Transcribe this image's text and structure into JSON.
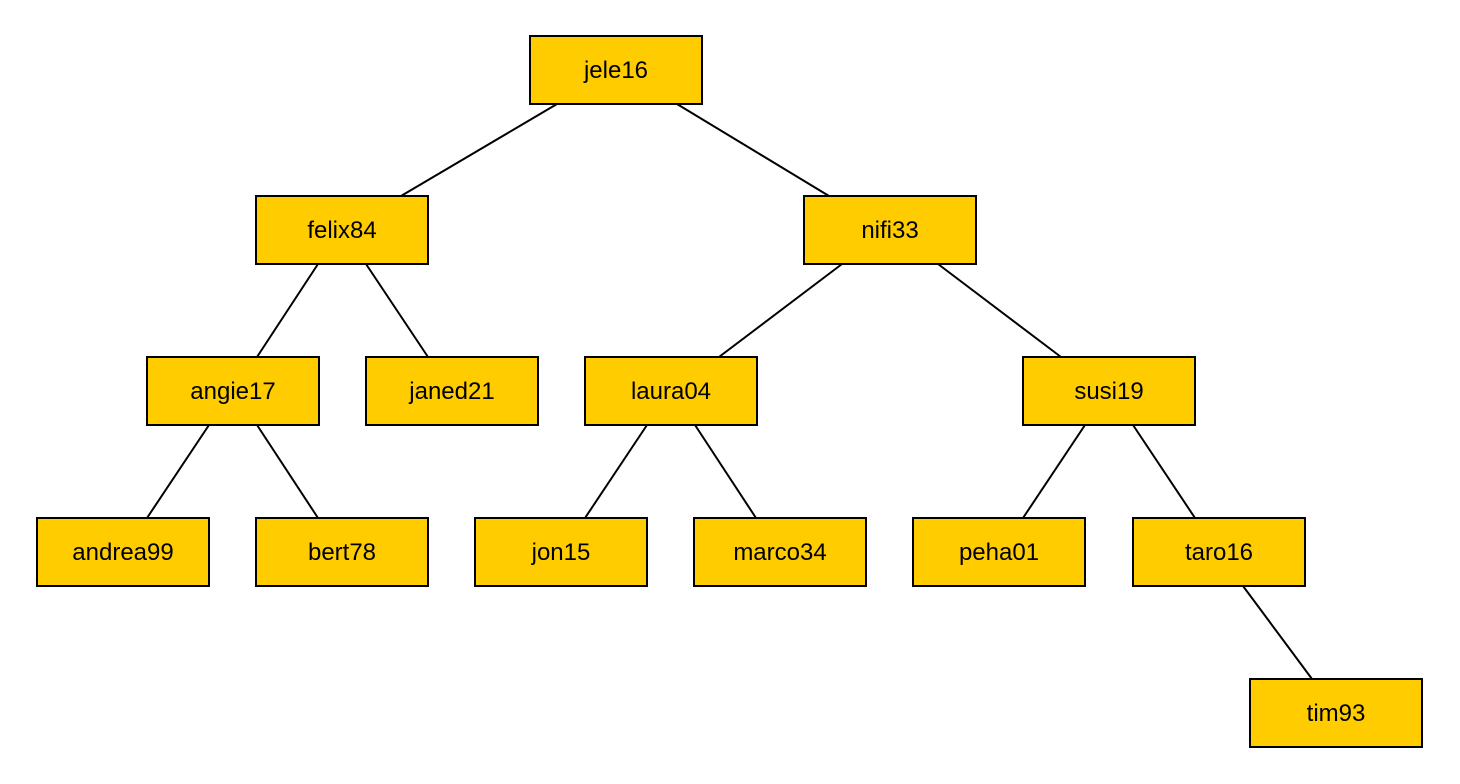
{
  "colors": {
    "node_fill": "#FFCC00",
    "node_border": "#000000",
    "edge": "#000000",
    "background": "#FFFFFF"
  },
  "tree": {
    "root": "jele16",
    "nodes": [
      {
        "id": "jele16",
        "label": "jele16"
      },
      {
        "id": "felix84",
        "label": "felix84"
      },
      {
        "id": "nifi33",
        "label": "nifi33"
      },
      {
        "id": "angie17",
        "label": "angie17"
      },
      {
        "id": "janed21",
        "label": "janed21"
      },
      {
        "id": "laura04",
        "label": "laura04"
      },
      {
        "id": "susi19",
        "label": "susi19"
      },
      {
        "id": "andrea99",
        "label": "andrea99"
      },
      {
        "id": "bert78",
        "label": "bert78"
      },
      {
        "id": "jon15",
        "label": "jon15"
      },
      {
        "id": "marco34",
        "label": "marco34"
      },
      {
        "id": "peha01",
        "label": "peha01"
      },
      {
        "id": "taro16",
        "label": "taro16"
      },
      {
        "id": "tim93",
        "label": "tim93"
      }
    ],
    "edges": [
      {
        "from": "jele16",
        "to": "felix84"
      },
      {
        "from": "jele16",
        "to": "nifi33"
      },
      {
        "from": "felix84",
        "to": "angie17"
      },
      {
        "from": "felix84",
        "to": "janed21"
      },
      {
        "from": "nifi33",
        "to": "laura04"
      },
      {
        "from": "nifi33",
        "to": "susi19"
      },
      {
        "from": "angie17",
        "to": "andrea99"
      },
      {
        "from": "angie17",
        "to": "bert78"
      },
      {
        "from": "laura04",
        "to": "jon15"
      },
      {
        "from": "laura04",
        "to": "marco34"
      },
      {
        "from": "susi19",
        "to": "peha01"
      },
      {
        "from": "susi19",
        "to": "taro16"
      },
      {
        "from": "taro16",
        "to": "tim93"
      }
    ]
  }
}
